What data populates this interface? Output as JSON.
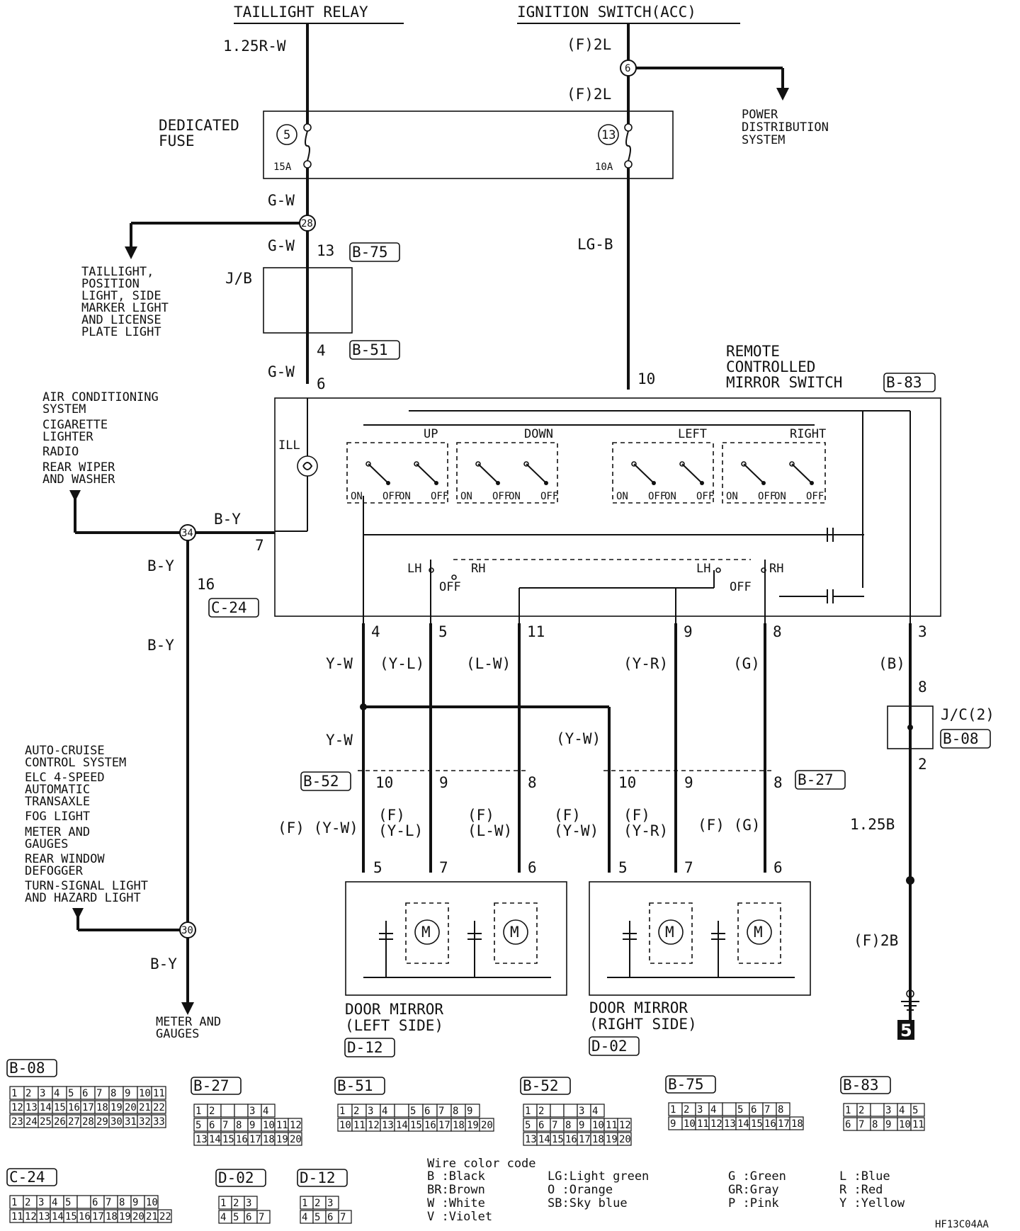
{
  "top": {
    "taillight_relay": "TAILLIGHT RELAY",
    "ignition_switch": "IGNITION SWITCH(ACC)",
    "wire_125rw": "1.25R-W",
    "wire_f2l_a": "(F)2L",
    "wire_f2l_b": "(F)2L",
    "power_dist": [
      "POWER",
      "DISTRIBUTION",
      "SYSTEM"
    ]
  },
  "fuse": {
    "label": [
      "DEDICATED",
      "FUSE"
    ],
    "no_a": "5",
    "amp_a": "15A",
    "no_b": "13",
    "amp_b": "10A"
  },
  "left_branch": {
    "wire_gw1": "G-W",
    "node28": "28",
    "wire_gw2": "G-W",
    "pin13": "13",
    "b75": "B-75",
    "jb": "J/B",
    "pin4": "4",
    "b51": "B-51",
    "wire_gw3": "G-W",
    "pin6": "6",
    "taillight_list": [
      "TAILLIGHT,",
      "POSITION",
      "LIGHT, SIDE",
      "MARKER LIGHT",
      "AND LICENSE",
      "PLATE LIGHT"
    ]
  },
  "lgb": {
    "wire": "LG-B",
    "pin10": "10"
  },
  "switch": {
    "title": [
      "REMOTE",
      "CONTROLLED",
      "MIRROR SWITCH"
    ],
    "conn": "B-83",
    "ill": "ILL",
    "up": "UP",
    "down": "DOWN",
    "left": "LEFT",
    "right": "RIGHT",
    "on": "ON",
    "off": "OFF",
    "lh": "LH",
    "rh": "RH",
    "pins": [
      "4",
      "5",
      "11",
      "9",
      "8",
      "3"
    ],
    "pin7": "7"
  },
  "gnd_side": {
    "list1": [
      "AIR CONDITIONING",
      "SYSTEM",
      "CIGARETTE",
      "LIGHTER",
      "RADIO",
      "REAR WIPER",
      "AND WASHER"
    ],
    "node34": "34",
    "wire_by1": "B-Y",
    "wire_by2": "B-Y",
    "pin16": "16",
    "c24": "C-24",
    "wire_by3": "B-Y",
    "list2": [
      "AUTO-CRUISE",
      "CONTROL SYSTEM",
      "ELC 4-SPEED",
      "AUTOMATIC",
      "TRANSAXLE",
      "FOG LIGHT",
      "METER AND",
      "GAUGES",
      "REAR WINDOW",
      "DEFOGGER",
      "TURN-SIGNAL LIGHT",
      "AND HAZARD LIGHT"
    ],
    "node30": "30",
    "wire_by4": "B-Y",
    "meter": [
      "METER AND",
      "GAUGES"
    ]
  },
  "wires": {
    "yw": "Y-W",
    "yl": "(Y-L)",
    "lw": "(L-W)",
    "yr": "(Y-R)",
    "g": "(G)",
    "b": "(B)",
    "yw2": "Y-W",
    "yw3": "(Y-W)",
    "b52": "B-52",
    "b27": "B-27",
    "l_pins": [
      "10",
      "9",
      "8"
    ],
    "r_pins": [
      "10",
      "9",
      "8"
    ],
    "f_yw": "(F) (Y-W)",
    "f_yl": [
      "(F)",
      "(Y-L)"
    ],
    "f_lw": [
      "(F)",
      "(L-W)"
    ],
    "f_yw2": [
      "(F)",
      "(Y-W)"
    ],
    "f_yr": [
      "(F)",
      "(Y-R)"
    ],
    "f_g": "(F) (G)",
    "mirror_pins": [
      "5",
      "7",
      "6"
    ]
  },
  "jc": {
    "pin8": "8",
    "label": "J/C(2)",
    "conn": "B-08",
    "pin2": "2",
    "wire": "1.25B",
    "wire2": "(F)2B",
    "ground": "5"
  },
  "mirrors": {
    "left": [
      "DOOR MIRROR",
      "(LEFT SIDE)"
    ],
    "left_conn": "D-12",
    "right": [
      "DOOR MIRROR",
      "(RIGHT SIDE)"
    ],
    "right_conn": "D-02",
    "motor": "M"
  },
  "connectors": {
    "b08": {
      "name": "B-08",
      "rows": [
        [
          "1",
          "2",
          "3",
          "4",
          "5",
          "6",
          "7",
          "8",
          "9",
          "10",
          "11"
        ],
        [
          "12",
          "13",
          "14",
          "15",
          "16",
          "17",
          "18",
          "19",
          "20",
          "21",
          "22"
        ],
        [
          "23",
          "24",
          "25",
          "26",
          "27",
          "28",
          "29",
          "30",
          "31",
          "32",
          "33"
        ]
      ]
    },
    "b27": {
      "name": "B-27",
      "rows": [
        [
          "1",
          "2",
          "",
          "",
          "3",
          "4"
        ],
        [
          "5",
          "6",
          "7",
          "8",
          "9",
          "10",
          "11",
          "12"
        ],
        [
          "13",
          "14",
          "15",
          "16",
          "17",
          "18",
          "19",
          "20"
        ]
      ]
    },
    "b51": {
      "name": "B-51",
      "rows": [
        [
          "1",
          "2",
          "3",
          "4",
          "",
          "5",
          "6",
          "7",
          "8",
          "9"
        ],
        [
          "10",
          "11",
          "12",
          "13",
          "14",
          "15",
          "16",
          "17",
          "18",
          "19",
          "20"
        ]
      ]
    },
    "b52": {
      "name": "B-52",
      "rows": [
        [
          "1",
          "2",
          "",
          "",
          "3",
          "4"
        ],
        [
          "5",
          "6",
          "7",
          "8",
          "9",
          "10",
          "11",
          "12"
        ],
        [
          "13",
          "14",
          "15",
          "16",
          "17",
          "18",
          "19",
          "20"
        ]
      ]
    },
    "b75": {
      "name": "B-75",
      "rows": [
        [
          "1",
          "2",
          "3",
          "4",
          "",
          "5",
          "6",
          "7",
          "8"
        ],
        [
          "9",
          "10",
          "11",
          "12",
          "13",
          "14",
          "15",
          "16",
          "17",
          "18"
        ]
      ]
    },
    "b83": {
      "name": "B-83",
      "rows": [
        [
          "1",
          "2",
          "",
          "3",
          "4",
          "5"
        ],
        [
          "6",
          "7",
          "8",
          "9",
          "10",
          "11"
        ]
      ]
    },
    "c24": {
      "name": "C-24",
      "rows": [
        [
          "1",
          "2",
          "3",
          "4",
          "5",
          "",
          "6",
          "7",
          "8",
          "9",
          "10"
        ],
        [
          "11",
          "12",
          "13",
          "14",
          "15",
          "16",
          "17",
          "18",
          "19",
          "20",
          "21",
          "22"
        ]
      ]
    },
    "d02": {
      "name": "D-02",
      "rows": [
        [
          "1",
          "2",
          "3"
        ],
        [
          "4",
          "5",
          "6",
          "7"
        ]
      ]
    },
    "d12": {
      "name": "D-12",
      "rows": [
        [
          "1",
          "2",
          "3"
        ],
        [
          "4",
          "5",
          "6",
          "7"
        ]
      ]
    }
  },
  "legend": {
    "title": "Wire color code",
    "col1": [
      "B :Black",
      "BR:Brown",
      "W :White",
      "V :Violet"
    ],
    "col2": [
      "LG:Light green",
      "O :Orange",
      "SB:Sky blue"
    ],
    "col3": [
      "G :Green",
      "GR:Gray",
      "P :Pink"
    ],
    "col4": [
      "L :Blue",
      "R :Red",
      "Y :Yellow"
    ]
  },
  "code": "HF13C04AA"
}
